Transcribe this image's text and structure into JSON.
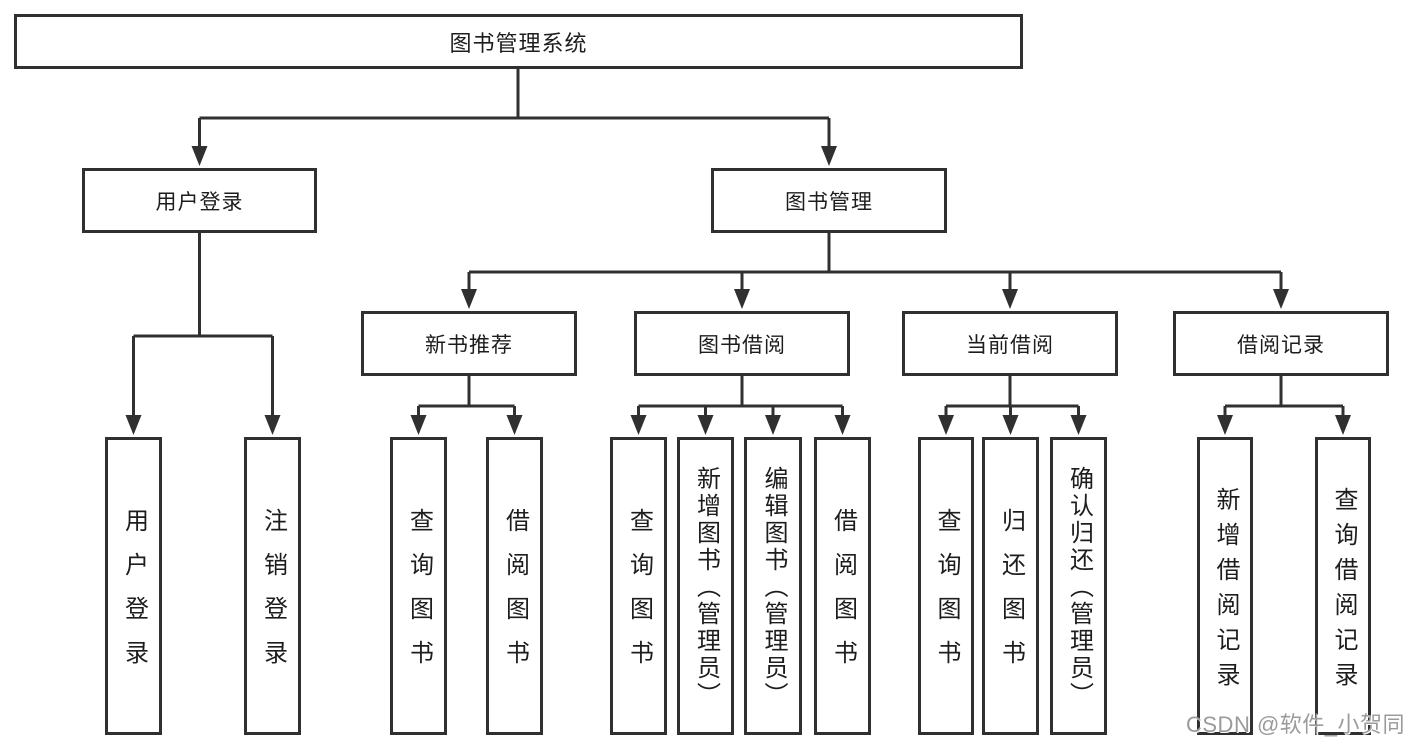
{
  "diagram": {
    "title": "图书管理系统",
    "nodes": {
      "root": "图书管理系统",
      "user_login": "用户登录",
      "book_management": "图书管理",
      "new_book_recommend": "新书推荐",
      "book_borrow": "图书借阅",
      "current_borrow": "当前借阅",
      "borrow_record": "借阅记录",
      "user_login_children": [
        "用户登录",
        "注销登录"
      ],
      "new_book_children": [
        "查询图书",
        "借阅图书"
      ],
      "book_borrow_children": [
        "查询图书",
        "新增图书（管理员）",
        "编辑图书（管理员）",
        "借阅图书"
      ],
      "current_borrow_children": [
        "查询图书",
        "归还图书",
        "确认归还（管理员）"
      ],
      "borrow_record_children": [
        "新增借阅记录",
        "查询借阅记录"
      ]
    },
    "colors": {
      "line": "#303030",
      "text": "#1d1d1d",
      "background": "#ffffff",
      "watermark": "#9b9b9b"
    }
  },
  "watermark": "CSDN @软件_小贺同学"
}
